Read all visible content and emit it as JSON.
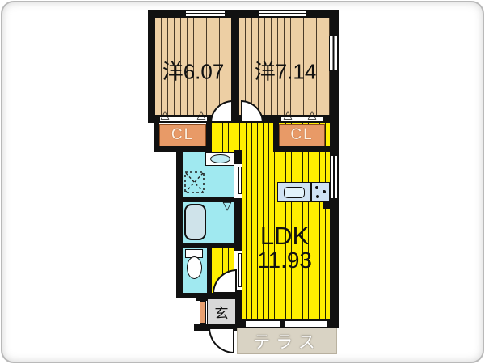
{
  "floorplan": {
    "rooms": {
      "bedroom1": {
        "label": "洋6.07"
      },
      "bedroom2": {
        "label": "洋7.14"
      },
      "ldk": {
        "label": "LDK",
        "area": "11.93"
      },
      "closet_left": {
        "label": "CL"
      },
      "closet_right": {
        "label": "CL"
      },
      "entrance": {
        "label": "玄"
      },
      "terrace": {
        "label": "テラス"
      }
    },
    "glyphs": {
      "closet_door_mark": "△",
      "bath_door_mark": "▽"
    },
    "fixtures": [
      "bathtub",
      "toilet",
      "washbasin",
      "washing-machine",
      "kitchen-sink",
      "gas-stove",
      "door-swing",
      "window"
    ],
    "colors": {
      "wall": "#111111",
      "bedroom_floor": "#edcfa4",
      "ldk_floor": "#ffee00",
      "closet": "#e89a67",
      "wet_area": "#a0e9f0",
      "bathtub": "#cfe3ea",
      "kitchen_counter": "#cfe2f3",
      "entrance_floor": "#d8d8d8",
      "terrace": "#d9d3c4",
      "door_frame": "#e8a070"
    }
  }
}
